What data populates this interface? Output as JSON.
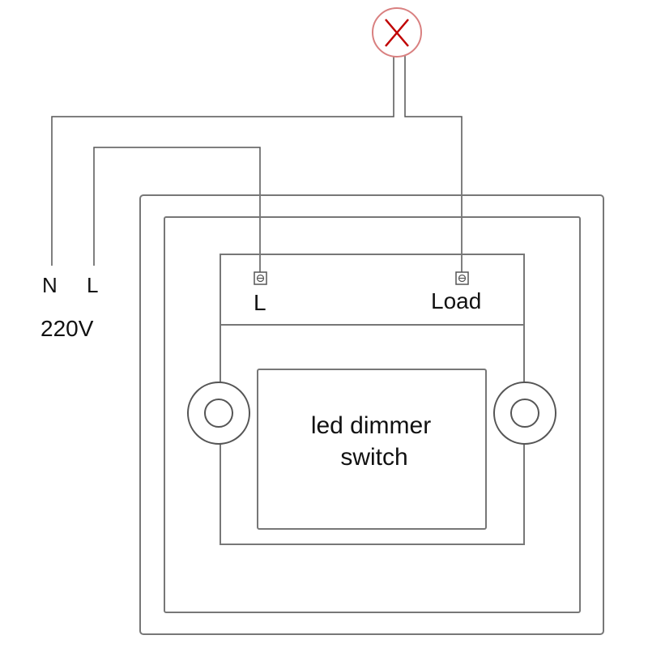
{
  "supply": {
    "neutral_label": "N",
    "live_label": "L",
    "voltage_label": "220V"
  },
  "terminals": {
    "live_label": "L",
    "load_label": "Load"
  },
  "device": {
    "name_line1": "led dimmer",
    "name_line2": "switch"
  },
  "colors": {
    "wire": "#555555",
    "frame": "#777777",
    "lamp_outline": "#d98080",
    "lamp_cross": "#c00000",
    "text": "#111111"
  },
  "icons": {
    "lamp": "lamp-cross-icon",
    "terminal": "screw-terminal-icon",
    "mount": "mounting-hole-icon"
  }
}
